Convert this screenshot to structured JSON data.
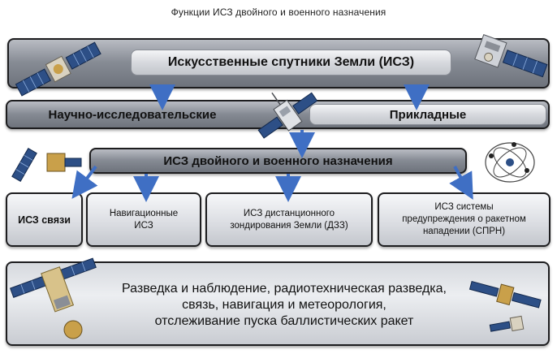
{
  "title": "Функции ИСЗ двойного и военного назначения",
  "top_box": "Искусственные спутники Земли (ИСЗ)",
  "second_row": {
    "left": "Научно-исследовательские",
    "right": "Прикладные"
  },
  "middle_box": "ИСЗ двойного и военного назначения",
  "category_boxes": [
    "ИСЗ связи",
    "Навигационные\nИСЗ",
    "ИСЗ дистанционного\nзондирования Земли (ДЗЗ)",
    "ИСЗ системы\nпредупреждения о ракетном\nнападении (СПРН)"
  ],
  "bottom_box": "Разведка и наблюдение, радиотехническая разведка,\nсвязь, навигация и метеорология,\nотслеживание пуска баллистических ракет",
  "colors": {
    "arrow": "#3f6fc4",
    "frame": "#1d1d1f",
    "panel_dark": "#868b94",
    "panel_light": "#e6e8ec"
  },
  "icons": [
    "satellite-icon"
  ]
}
